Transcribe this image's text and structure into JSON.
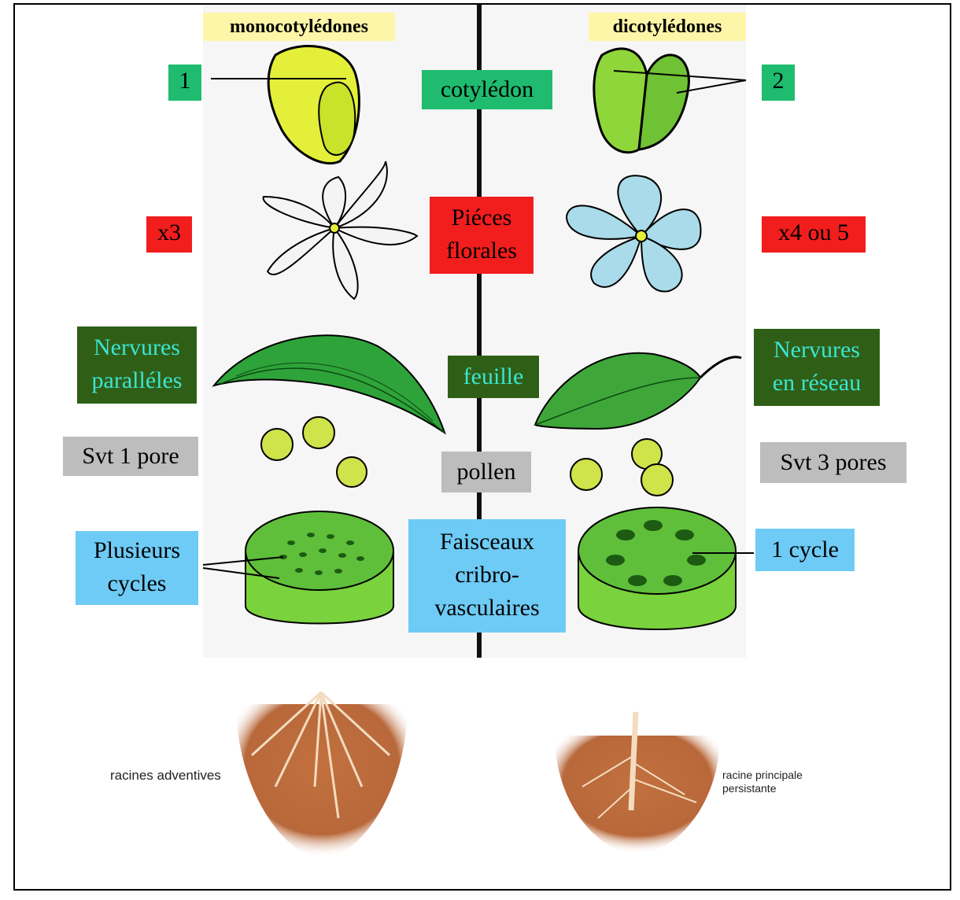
{
  "headers": {
    "monocot": "monocotylédones",
    "dicot": "dicotylédones"
  },
  "rows": {
    "cotyledon": {
      "center": "cotylédon",
      "left": "1",
      "right": "2"
    },
    "floral": {
      "center_line1": "Piéces",
      "center_line2": "florales",
      "left": "x3",
      "right": "x4 ou 5"
    },
    "leaf": {
      "center": "feuille",
      "left_line1": "Nervures",
      "left_line2": "paralléles",
      "right_line1": "Nervures",
      "right_line2": "en réseau"
    },
    "pollen": {
      "center": "pollen",
      "left": "Svt 1 pore",
      "right": "Svt 3 pores"
    },
    "bundles": {
      "center_line1": "Faisceaux",
      "center_line2": "cribro-",
      "center_line3": "vasculaires",
      "left_line1": "Plusieurs",
      "left_line2": "cycles",
      "right": "1 cycle"
    }
  },
  "roots": {
    "left": "racines adventives",
    "right_line1": "racine principale",
    "right_line2": "persistante"
  },
  "colors": {
    "green": "#1fbb6f",
    "red": "#f21d1d",
    "dark_green": "#2f5f16",
    "cyan_text": "#3be5d2",
    "gray": "#bdbdbd",
    "blue": "#6ecbf5",
    "header_yellow": "#fdf6a8"
  }
}
